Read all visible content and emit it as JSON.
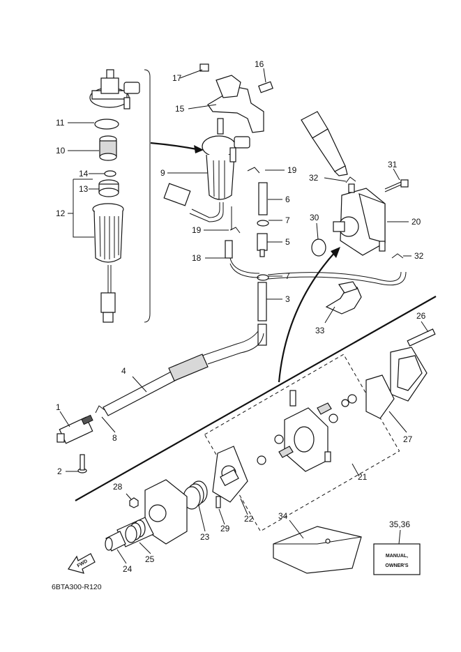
{
  "callouts": [
    {
      "id": "c1",
      "text": "1"
    },
    {
      "id": "c2",
      "text": "2"
    },
    {
      "id": "c3",
      "text": "3"
    },
    {
      "id": "c4",
      "text": "4"
    },
    {
      "id": "c5",
      "text": "5"
    },
    {
      "id": "c6",
      "text": "6"
    },
    {
      "id": "c7a",
      "text": "7"
    },
    {
      "id": "c7b",
      "text": "7"
    },
    {
      "id": "c8",
      "text": "8"
    },
    {
      "id": "c9",
      "text": "9"
    },
    {
      "id": "c10",
      "text": "10"
    },
    {
      "id": "c11",
      "text": "11"
    },
    {
      "id": "c12",
      "text": "12"
    },
    {
      "id": "c13",
      "text": "13"
    },
    {
      "id": "c14",
      "text": "14"
    },
    {
      "id": "c15",
      "text": "15"
    },
    {
      "id": "c16",
      "text": "16"
    },
    {
      "id": "c17",
      "text": "17"
    },
    {
      "id": "c18",
      "text": "18"
    },
    {
      "id": "c19a",
      "text": "19"
    },
    {
      "id": "c19b",
      "text": "19"
    },
    {
      "id": "c20",
      "text": "20"
    },
    {
      "id": "c21",
      "text": "21"
    },
    {
      "id": "c22",
      "text": "22"
    },
    {
      "id": "c23",
      "text": "23"
    },
    {
      "id": "c24",
      "text": "24"
    },
    {
      "id": "c25",
      "text": "25"
    },
    {
      "id": "c26",
      "text": "26"
    },
    {
      "id": "c27",
      "text": "27"
    },
    {
      "id": "c28",
      "text": "28"
    },
    {
      "id": "c29",
      "text": "29"
    },
    {
      "id": "c30",
      "text": "30"
    },
    {
      "id": "c31",
      "text": "31"
    },
    {
      "id": "c32a",
      "text": "32"
    },
    {
      "id": "c32b",
      "text": "32"
    },
    {
      "id": "c33",
      "text": "33"
    },
    {
      "id": "c34",
      "text": "34"
    },
    {
      "id": "c3536",
      "text": "35,36"
    }
  ],
  "manual_box": {
    "line1": "MANUAL,",
    "line2": "OWNER'S"
  },
  "fwd_label": "FWD",
  "drawing_code": "6BTA300-R120"
}
